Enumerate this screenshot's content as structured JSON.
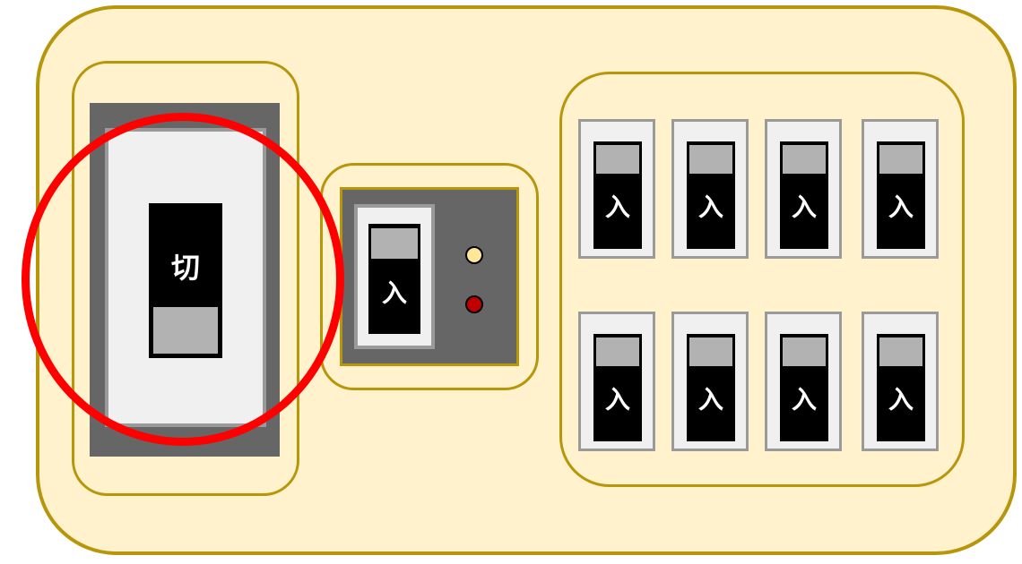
{
  "colors": {
    "panel_fill": "#fff2cc",
    "group_border": "#b8960c",
    "frame": "#666666",
    "plate": "#f0f0f0",
    "lever": "#000000",
    "lever_nub": "#b2b2b2",
    "lamp_on": "#ffe699",
    "lamp_fault": "#c00000",
    "highlight": "#ff0000"
  },
  "main_breaker": {
    "state_label": "切",
    "icon": "main-breaker-lever-icon"
  },
  "earth_leakage_breaker": {
    "state_label": "入",
    "icon": "elb-lever-icon"
  },
  "branch_breakers": [
    {
      "state_label": "入"
    },
    {
      "state_label": "入"
    },
    {
      "state_label": "入"
    },
    {
      "state_label": "入"
    },
    {
      "state_label": "入"
    },
    {
      "state_label": "入"
    },
    {
      "state_label": "入"
    },
    {
      "state_label": "入"
    }
  ]
}
